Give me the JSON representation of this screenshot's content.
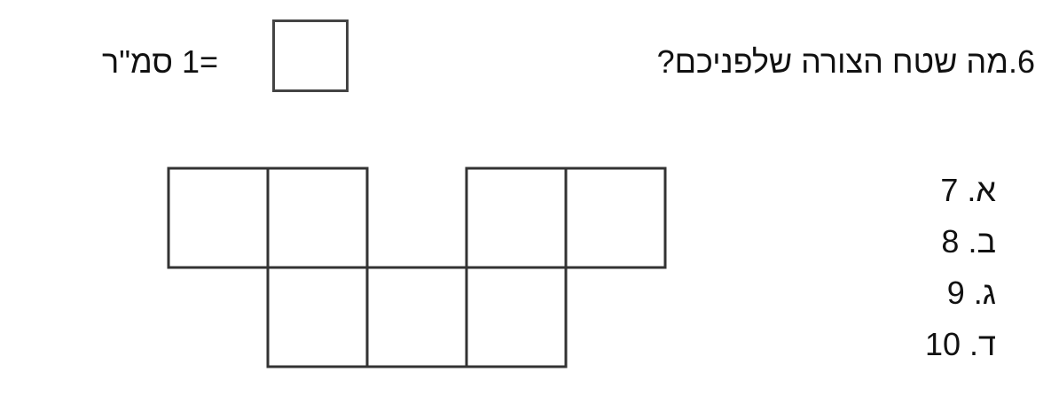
{
  "question": {
    "text": "6.מה שטח הצורה שלפניכם?"
  },
  "legend": {
    "text": "=1 סמ\"ר"
  },
  "figure": {
    "top_row_units": [
      0,
      1,
      3,
      4
    ],
    "bottom_row_units": [
      1,
      2,
      3
    ]
  },
  "options": [
    {
      "label": "א.",
      "value": "7"
    },
    {
      "label": "ב.",
      "value": "8"
    },
    {
      "label": "ג.",
      "value": "9"
    },
    {
      "label": "ד.",
      "value": "10"
    }
  ]
}
